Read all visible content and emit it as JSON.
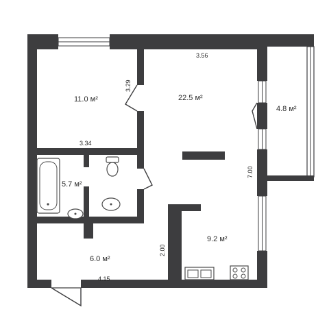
{
  "rooms": [
    {
      "id": "bedroom",
      "area": "11.0 м²"
    },
    {
      "id": "living",
      "area": "22.5 м²"
    },
    {
      "id": "balcony",
      "area": "4.8 м²"
    },
    {
      "id": "bathroom",
      "area": "5.7 м²"
    },
    {
      "id": "kitchen",
      "area": "9.2 м²"
    },
    {
      "id": "hall",
      "area": "6.0 м²"
    }
  ],
  "dimensions": {
    "living_top": "3.56",
    "bedroom_side": "3.29",
    "bedroom_bottom": "3.34",
    "living_right": "7.00",
    "hall_side": "2.00",
    "hall_bottom": "4.15"
  },
  "colors": {
    "wall": "#3d3d3f",
    "background": "#ffffff"
  }
}
